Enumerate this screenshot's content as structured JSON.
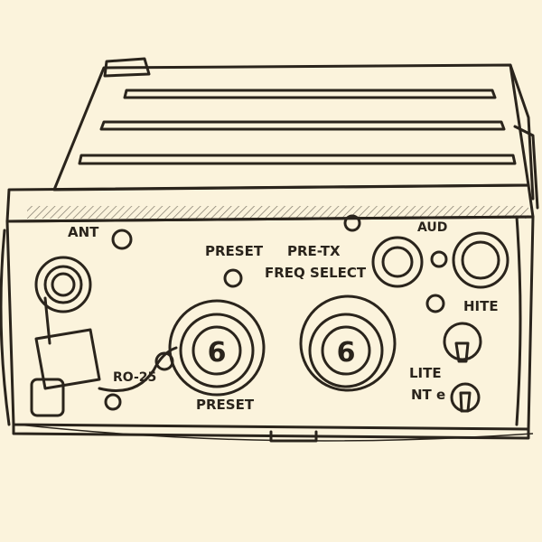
{
  "labels": {
    "ant": "ANT",
    "preset_top": "PRESET",
    "pretx_line1": "PRE-TX",
    "pretx_line2": "FREQ SELECT",
    "aud": "AUD",
    "hite": "HITE",
    "lite": "LITE",
    "nte": "NT e",
    "ro25": "RO-25",
    "preset_bottom": "PRESET"
  },
  "knobs": [
    {
      "value": "6"
    },
    {
      "value": "6"
    }
  ],
  "colors": {
    "paper": "#fbf3dc",
    "ink": "#2a241c",
    "shade": "#e9dcbc"
  }
}
